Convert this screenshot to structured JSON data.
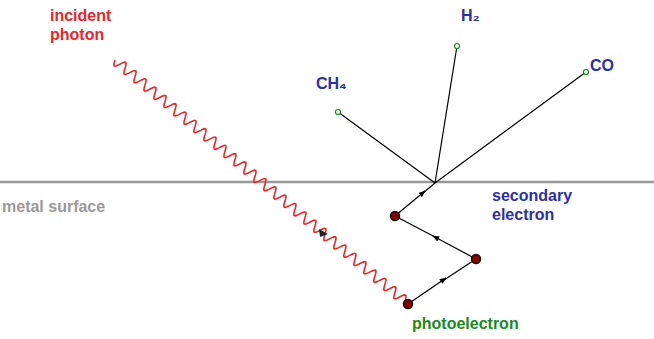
{
  "diagram": {
    "labels": [
      "incident photon",
      "H₂",
      "CH₄",
      "CO",
      "metal surface",
      "secondary electron",
      "photoelectron"
    ]
  }
}
